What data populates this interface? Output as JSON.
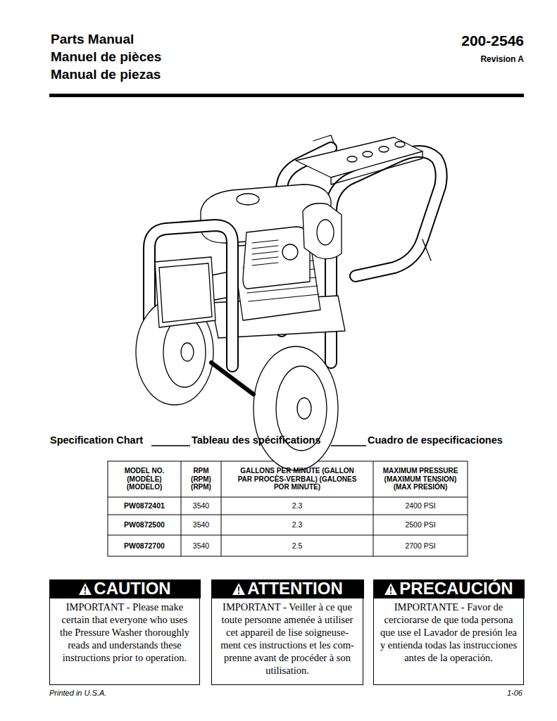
{
  "diagram": {
    "nodes": [
      {
        "text": [
          "CAUTION",
          "IMPORTANT - Please make certain that everyone who uses the Pressure Washer thoroughly reads and understands these instructions prior to operation."
        ]
      },
      {
        "text": [
          "ATTENTION",
          "IMPORTANT - Veiller à ce que toute personne amenée à utiliser cet appareil de lise soigneuse- ment ces instructions et les com- prenne avant de procéder à son utilisation."
        ]
      },
      {
        "text": [
          "PRECAUCIÓN",
          "IMPORTANTE - Favor de cerciorarse de que toda persona que use el Lavador de presión lea y entienda todas las instrucciones antes de la operación."
        ]
      }
    ],
    "edges": [],
    "labels": [
      "Parts Manual",
      "Manuel de pièces",
      "Manual de piezas",
      "200-2546",
      "Revision A",
      "Specification Chart",
      "Tableau des spécifications",
      "Cuadro de especificaciones",
      "MODEL NO. (MODÈLE) (MODELO)",
      "RPM (RPM) (RPM)",
      "GALLONS PER MINUTE (GALLON PAR PROCÈS-VERBAL) (GALONES POR MINUTE)",
      "MAXIMUM PRESSURE (MAXIMUM TENSION) (MAX PRESIÓN)",
      "PW0872401",
      "3540",
      "2.3",
      "2400 PSI",
      "PW0872500",
      "3540",
      "2.3",
      "2500 PSI",
      "PW0872700",
      "3540",
      "2.5",
      "2700 PSI",
      "Printed in U.S.A.",
      "1-06"
    ]
  }
}
